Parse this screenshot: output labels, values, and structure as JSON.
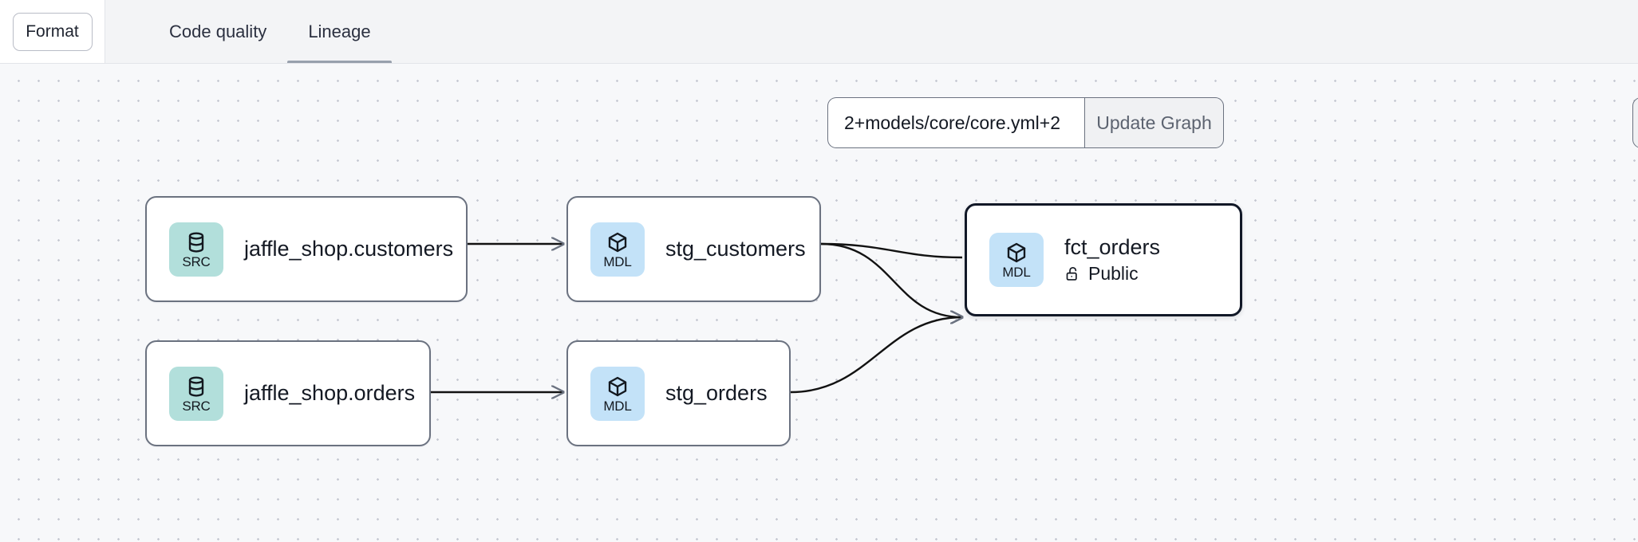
{
  "toolbar": {
    "format_label": "Format",
    "tabs": [
      {
        "label": "Code quality",
        "active": false
      },
      {
        "label": "Lineage",
        "active": true
      }
    ]
  },
  "graph_controls": {
    "selector_value": "2+models/core/core.yml+2",
    "selector_placeholder": "Enter a selector",
    "update_label": "Update Graph"
  },
  "lineage": {
    "nodes": [
      {
        "id": "src_customers",
        "kind": "SRC",
        "title": "jaffle_shop.customers",
        "icon": "database-icon",
        "selected": false,
        "access": null
      },
      {
        "id": "src_orders",
        "kind": "SRC",
        "title": "jaffle_shop.orders",
        "icon": "database-icon",
        "selected": false,
        "access": null
      },
      {
        "id": "stg_customers",
        "kind": "MDL",
        "title": "stg_customers",
        "icon": "cube-icon",
        "selected": false,
        "access": null
      },
      {
        "id": "stg_orders",
        "kind": "MDL",
        "title": "stg_orders",
        "icon": "cube-icon",
        "selected": false,
        "access": null
      },
      {
        "id": "fct_orders",
        "kind": "MDL",
        "title": "fct_orders",
        "icon": "cube-icon",
        "selected": true,
        "access": "Public"
      }
    ],
    "edges": [
      {
        "from": "src_customers",
        "to": "stg_customers",
        "style": "straight"
      },
      {
        "from": "src_orders",
        "to": "stg_orders",
        "style": "straight"
      },
      {
        "from": "stg_customers",
        "to": "fct_orders",
        "style": "curved"
      },
      {
        "from": "stg_orders",
        "to": "fct_orders",
        "style": "curved"
      }
    ],
    "badge_colors": {
      "src": "#b2dfdb",
      "mdl": "#c3e2f8"
    },
    "accent": "#98a0ad"
  }
}
